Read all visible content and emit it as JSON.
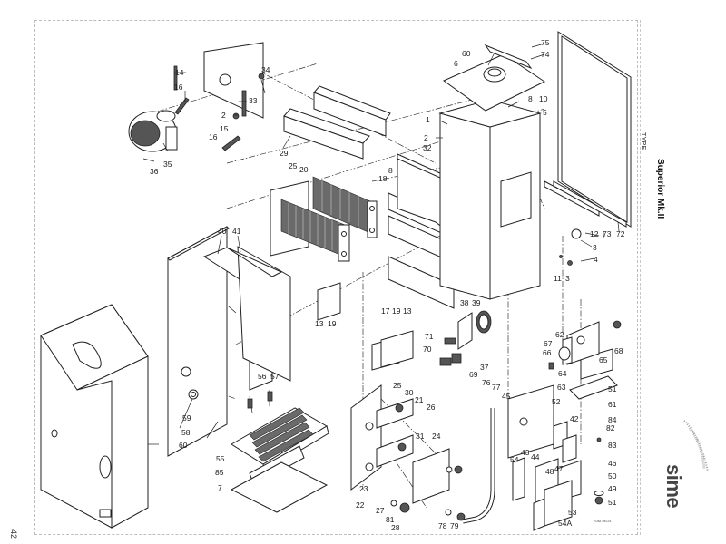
{
  "document": {
    "type_label": "TYPE",
    "model": "Superior Mk.II",
    "brand": "sime",
    "page_number": "42",
    "drawing_code": "SIM-9ED4"
  },
  "parts": {
    "p1": "1",
    "p2a": "2",
    "p2b": "2",
    "p3a": "3",
    "p3b": "3",
    "p4": "4",
    "p5": "5",
    "p6": "6",
    "p7": "7",
    "p8a": "8",
    "p8b": "8",
    "p10": "10",
    "p11": "11",
    "p12": "12",
    "p13a": "13",
    "p13b": "13",
    "p14": "14",
    "p15": "15",
    "p16a": "16",
    "p16b": "16",
    "p17": "17",
    "p18": "18",
    "p19a": "19",
    "p19b": "19",
    "p20": "20",
    "p21": "21",
    "p22": "22",
    "p23": "23",
    "p24": "24",
    "p25a": "25",
    "p25b": "25",
    "p26": "26",
    "p27": "27",
    "p28": "28",
    "p29": "29",
    "p30": "30",
    "p31": "31",
    "p32": "32",
    "p33": "33",
    "p34": "34",
    "p35": "35",
    "p36": "36",
    "p37": "37",
    "p38": "38",
    "p39": "39",
    "p40": "40",
    "p41": "41",
    "p42": "42",
    "p43": "43",
    "p44": "44",
    "p45": "45",
    "p46": "46",
    "p47": "47",
    "p48": "48",
    "p49": "49",
    "p50": "50",
    "p51a": "51",
    "p51b": "51",
    "p52": "52",
    "p53": "53",
    "p54": "54",
    "p54a": "54A",
    "p55": "55",
    "p56": "56",
    "p57": "57",
    "p58": "58",
    "p59": "59",
    "p60": "60",
    "p60b": "60",
    "p61": "61",
    "p62": "62",
    "p63": "63",
    "p64": "64",
    "p65": "65",
    "p66": "66",
    "p67": "67",
    "p68": "68",
    "p69": "69",
    "p70": "70",
    "p71": "71",
    "p72": "72",
    "p73": "73",
    "p74": "74",
    "p75": "75",
    "p76": "76",
    "p77": "77",
    "p78": "78",
    "p79": "79",
    "p81": "81",
    "p82": "82",
    "p83": "83",
    "p84": "84",
    "p85": "85"
  }
}
